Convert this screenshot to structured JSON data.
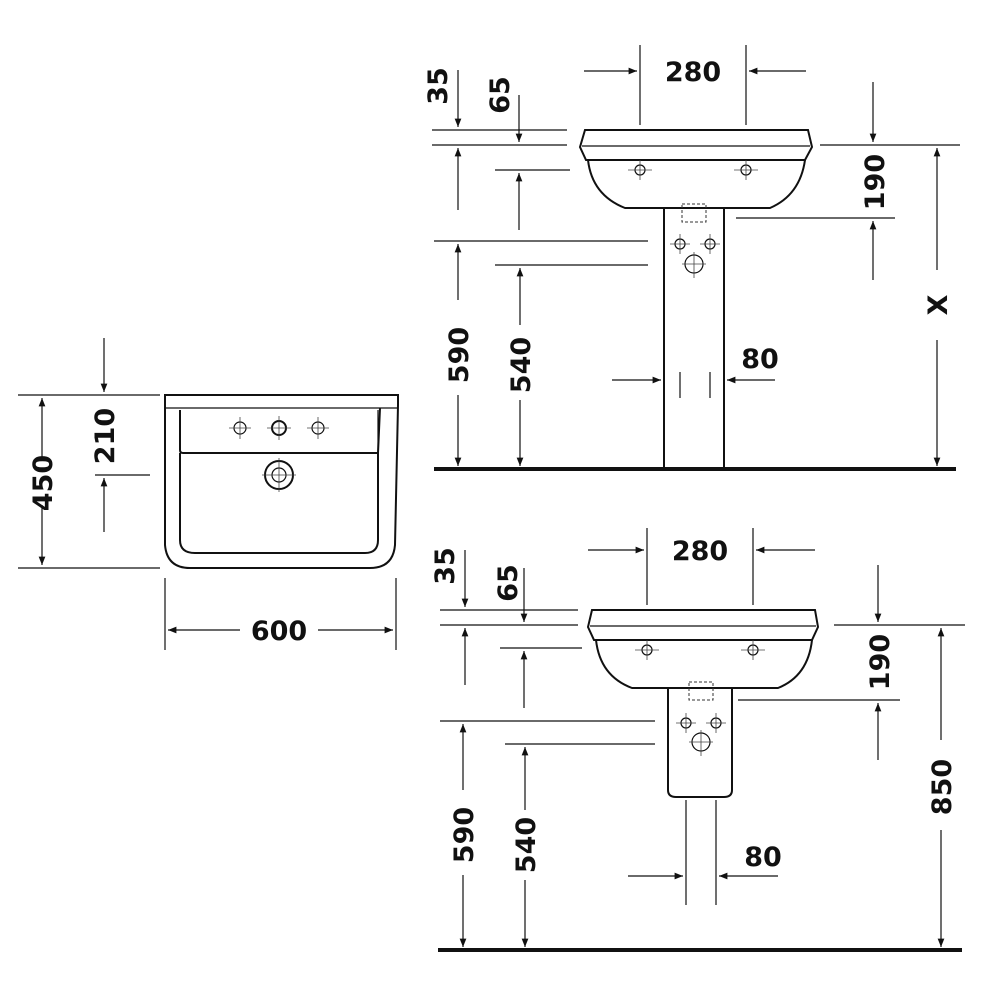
{
  "plan_view": {
    "depth": "450",
    "tap_offset": "210",
    "width": "600"
  },
  "side_view_full_pedestal": {
    "rim_thickness": "35",
    "overflow_offset": "65",
    "hole_spacing": "280",
    "basin_height": "190",
    "trap_height_590": "590",
    "trap_height_540": "540",
    "pedestal_width": "80",
    "mount_height": "X"
  },
  "side_view_semi_pedestal": {
    "rim_thickness": "35",
    "overflow_offset": "65",
    "hole_spacing": "280",
    "basin_height": "190",
    "trap_height_590": "590",
    "trap_height_540": "540",
    "pedestal_width": "80",
    "mount_height": "850"
  }
}
